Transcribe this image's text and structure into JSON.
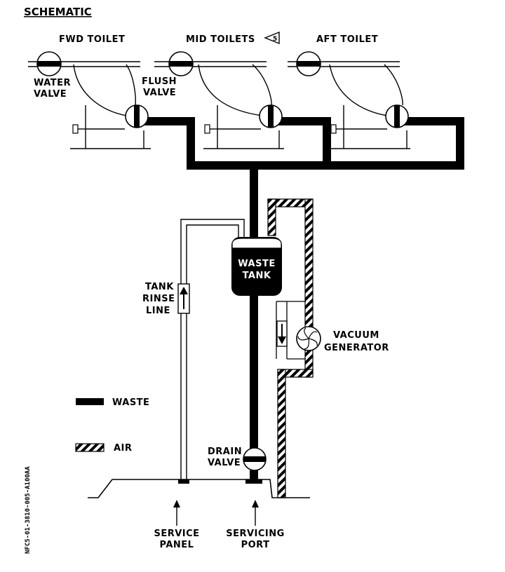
{
  "title": "SCHEMATIC",
  "toilets": {
    "fwd": "FWD TOILET",
    "mid": "MID TOILETS",
    "aft": "AFT TOILET"
  },
  "labels": {
    "water_valve": [
      "WATER",
      "VALVE"
    ],
    "flush_valve": [
      "FLUSH",
      "VALVE"
    ],
    "waste_tank": [
      "WASTE",
      "TANK"
    ],
    "tank_rinse_line": [
      "TANK",
      "RINSE",
      "LINE"
    ],
    "vacuum_generator": [
      "VACUUM",
      "GENERATOR"
    ],
    "drain_valve": [
      "DRAIN",
      "VALVE"
    ],
    "service_panel": [
      "SERVICE",
      "PANEL"
    ],
    "servicing_port": [
      "SERVICING",
      "PORT"
    ]
  },
  "legend": {
    "waste": "WASTE",
    "air": "AIR"
  },
  "mid_toilets_marker": "5",
  "figure_code": "NFC5-01-3810-005-A100AA",
  "colors": {
    "line": "#000000",
    "background": "#ffffff"
  }
}
